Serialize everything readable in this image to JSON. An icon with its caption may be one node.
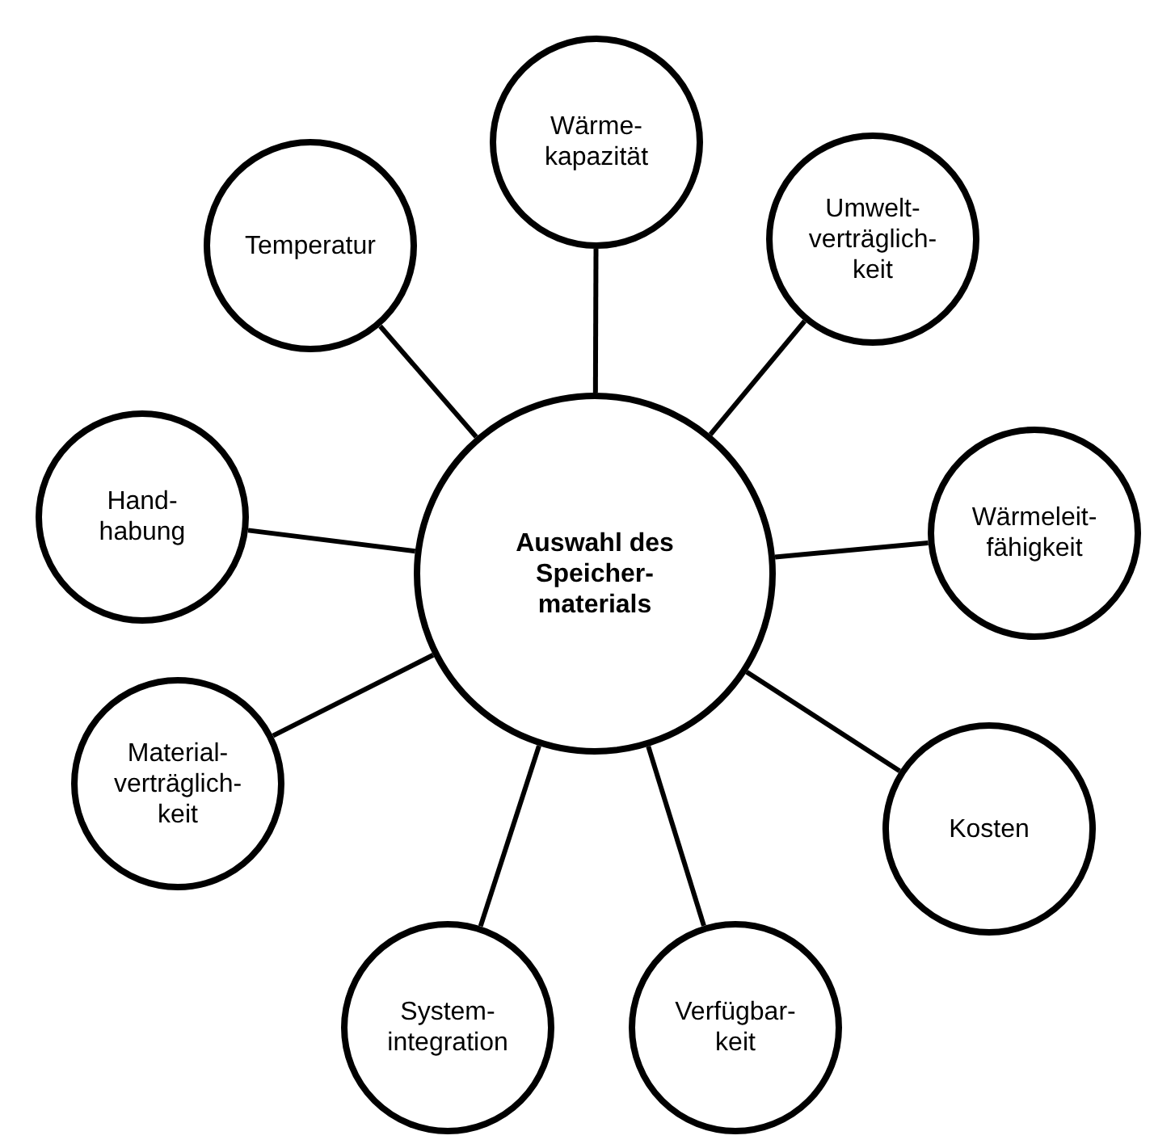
{
  "diagram": {
    "nodes": [
      {
        "text": [
          "Auswahl des Speicher- materials"
        ]
      },
      {
        "text": [
          "Wärme- kapazität"
        ]
      },
      {
        "text": [
          "Temperatur"
        ]
      },
      {
        "text": [
          "Umwelt- verträglich- keit"
        ]
      },
      {
        "text": [
          "Hand- habung"
        ]
      },
      {
        "text": [
          "Wärmeleit- fähigkeit"
        ]
      },
      {
        "text": [
          "Material- verträglich- keit"
        ]
      },
      {
        "text": [
          "Kosten"
        ]
      },
      {
        "text": [
          "System- integration"
        ]
      },
      {
        "text": [
          "Verfügbar- keit"
        ]
      }
    ],
    "edges": [
      {
        "from": 0,
        "to": 1,
        "arrow": "none"
      },
      {
        "from": 0,
        "to": 2,
        "arrow": "none"
      },
      {
        "from": 0,
        "to": 3,
        "arrow": "none"
      },
      {
        "from": 0,
        "to": 4,
        "arrow": "none"
      },
      {
        "from": 0,
        "to": 5,
        "arrow": "none"
      },
      {
        "from": 0,
        "to": 6,
        "arrow": "none"
      },
      {
        "from": 0,
        "to": 7,
        "arrow": "none"
      },
      {
        "from": 0,
        "to": 8,
        "arrow": "none"
      },
      {
        "from": 0,
        "to": 9,
        "arrow": "none"
      }
    ]
  }
}
